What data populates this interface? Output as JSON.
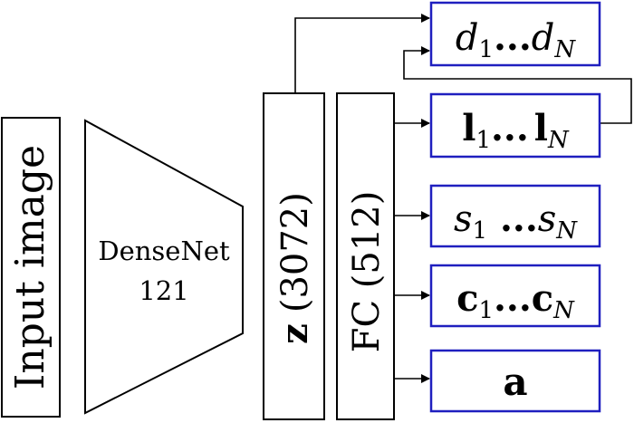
{
  "input": {
    "label": "Input image"
  },
  "backbone": {
    "line1": "DenseNet",
    "line2": "121"
  },
  "embedding": {
    "symbol": "z",
    "dim": "(3072)"
  },
  "fc": {
    "label": "FC (512)"
  },
  "outputs": {
    "d": {
      "a": "d",
      "a_sub": "1",
      "dots": "...",
      "b": "d",
      "b_sub": "N"
    },
    "l": {
      "a": "l",
      "a_sub": "1",
      "dots": "...",
      "b": "l",
      "b_sub": "N"
    },
    "s": {
      "a": "s",
      "a_sub": "1",
      "dots": " ...",
      "b": "s",
      "b_sub": "N"
    },
    "c": {
      "a": "c",
      "a_sub": "1",
      "dots": "...",
      "b": "c",
      "b_sub": "N"
    },
    "a": {
      "label": "a"
    }
  },
  "colors": {
    "output_border": "#1f1fbf",
    "stroke": "#000000"
  }
}
